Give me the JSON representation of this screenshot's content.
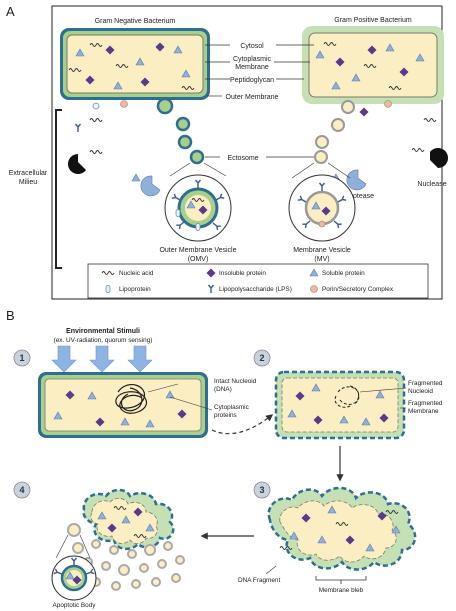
{
  "panels": {
    "a": "A",
    "b": "B"
  },
  "bacteria": {
    "gram_negative": "Gram Negative Bacterium",
    "gram_positive": "Gram Positive Bacterium"
  },
  "layer_labels": {
    "cytosol": "Cytosol",
    "cytoplasmic_membrane": [
      "Cytoplasmic",
      "Membrane"
    ],
    "peptidoglycan": "Peptidoglycan",
    "outer_membrane": "Outer Membrane",
    "ectosome": "Ectosome"
  },
  "milieu": [
    "Extracellular",
    "Milieu"
  ],
  "vesicles": {
    "omv": [
      "Outer Membrane Vesicle",
      "(OMV)"
    ],
    "mv": [
      "Membrane Vesicle",
      "(MV)"
    ],
    "protease": "Protease",
    "nuclease": "Nuclease"
  },
  "legend": {
    "nucleic_acid": "Nucleic acid",
    "insoluble": "Insoluble protein",
    "soluble": "Soluble protein",
    "lipoprotein": "Lipoprotein",
    "lps": "Lipopolysaccharide (LPS)",
    "porin": "Porin/Secretory Complex"
  },
  "panel_b": {
    "stimuli_title": "Environmental Stimuli",
    "stimuli_sub": "(ex. UV-radiation, quorum sensing)",
    "steps": [
      "1",
      "2",
      "3",
      "4"
    ],
    "intact_nucleoid": [
      "Intact Nucleoid",
      "(DNA)"
    ],
    "cytoplasmic_proteins": [
      "Cytoplasmic",
      "proteins"
    ],
    "fragmented_nucleoid": [
      "Fragmented",
      "Nucleoid"
    ],
    "fragmented_membrane": [
      "Fragmented",
      "Membrane"
    ],
    "dna_fragment": "DNA Fragment",
    "membrane_bleb": "Membrane bleb",
    "apoptotic_body": "Apoptotic Body"
  },
  "colors": {
    "cytosol": "#fbeec3",
    "membrane_blue": "#2f6e93",
    "peptidoglycan_green": "#a8d08d",
    "gram_pos_wall": "#c5e0b4",
    "insoluble": "#5b3a8c",
    "soluble": "#8fb0d8",
    "arrow_blue": "#8fb4e3",
    "porin": "#f0b99a"
  }
}
